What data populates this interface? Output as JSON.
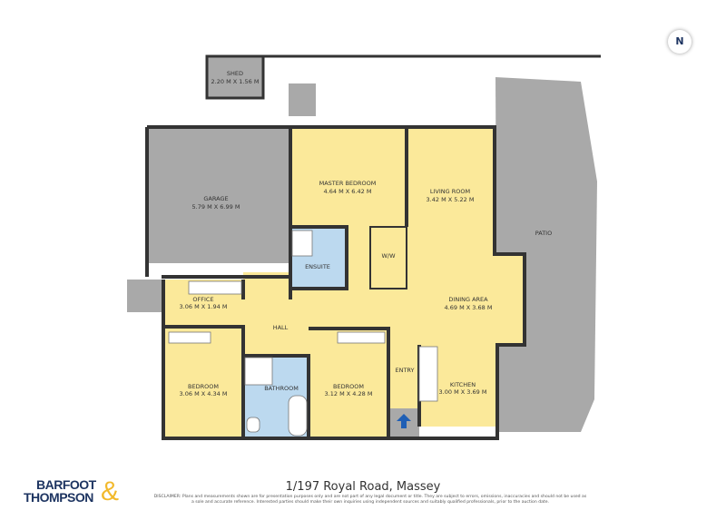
{
  "address": "1/197 Royal Road, Massey",
  "disclaimer": "DISCLAIMER: Plans and measurements shown are for presentation purposes only and are not part of any legal document or title. They are subject to errors, omissions, inaccuracies and should not be used as a sole and accurate reference. Interested parties should make their own inquiries using independent sources and suitably qualified professionals, prior to the auction date.",
  "logo": {
    "line1": "BARFOOT",
    "line2": "THOMPSON",
    "amp": "&"
  },
  "compass": {
    "label": "N",
    "icon": "north-arrow-icon"
  },
  "colors": {
    "room": "#fbe99a",
    "wet": "#bcd9ef",
    "outdoor": "#a9a9a9",
    "wall": "#333333",
    "brand": "#1d3461",
    "accent": "#f2b92c",
    "entry_arrow": "#1f5fb5"
  },
  "rooms": {
    "shed": {
      "name": "SHED",
      "size": "2.20 M X 1.56 M"
    },
    "garage": {
      "name": "GARAGE",
      "size": "5.79 M X 6.99 M"
    },
    "master": {
      "name": "MASTER BEDROOM",
      "size": "4.64 M X 6.42 M"
    },
    "living": {
      "name": "LIVING ROOM",
      "size": "3.42 M X 5.22 M"
    },
    "patio": {
      "name": "PATIO"
    },
    "ensuite": {
      "name": "ENSUITE"
    },
    "ww": {
      "name": "W/W"
    },
    "office": {
      "name": "OFFICE",
      "size": "3.06 M X 1.94 M"
    },
    "dining": {
      "name": "DINING AREA",
      "size": "4.69 M X 3.68 M"
    },
    "hall": {
      "name": "HALL"
    },
    "bedroom1": {
      "name": "BEDROOM",
      "size": "3.06 M X 4.34 M"
    },
    "bathroom": {
      "name": "BATHROOM"
    },
    "bedroom2": {
      "name": "BEDROOM",
      "size": "3.12 M X 4.28 M"
    },
    "entry": {
      "name": "ENTRY"
    },
    "kitchen": {
      "name": "KITCHEN",
      "size": "3.00 M X 3.69 M"
    }
  }
}
